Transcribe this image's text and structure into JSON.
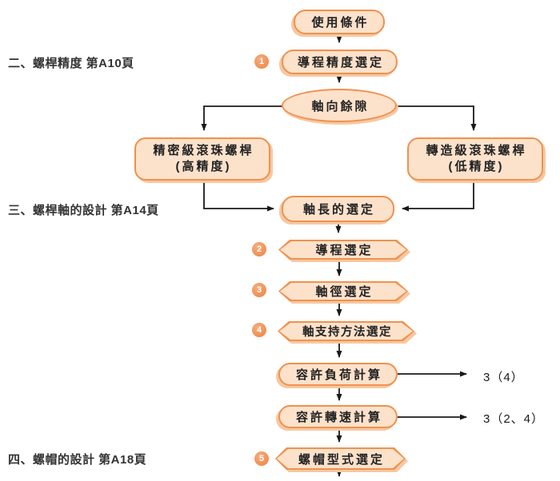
{
  "flowchart": {
    "nodes": {
      "usage_conditions": "使用條件",
      "lead_accuracy_selection": "導程精度選定",
      "axial_play": "軸向餘隙",
      "precision_grade_line1": "精密級滾珠螺桿",
      "precision_grade_line2": "(高精度)",
      "rolled_grade_line1": "轉造級滾珠螺桿",
      "rolled_grade_line2": "(低精度)",
      "shaft_length_selection": "軸長的選定",
      "lead_selection": "導程選定",
      "shaft_diameter_selection": "軸徑選定",
      "shaft_support_selection": "軸支持方法選定",
      "allowable_load_calc": "容許負荷計算",
      "allowable_speed_calc": "容許轉速計算",
      "nut_type_selection": "螺帽型式選定"
    },
    "step_numbers": {
      "n1": "1",
      "n2": "2",
      "n3": "3",
      "n4": "4",
      "n5": "5"
    },
    "side_labels": {
      "section2": "二、螺桿精度 第A10頁",
      "section3": "三、螺桿軸的設計 第A14頁",
      "section4": "四、螺帽的設計 第A18頁"
    },
    "references": {
      "load": "3（4）",
      "speed": "3（2、4）"
    },
    "colors": {
      "node_fill": "#FCE2CB",
      "node_border": "#F0914E",
      "node_shadow": "#F6C8A2",
      "step_circle": "#EE8440",
      "text": "#222222",
      "arrow": "#1A1A1A"
    }
  }
}
